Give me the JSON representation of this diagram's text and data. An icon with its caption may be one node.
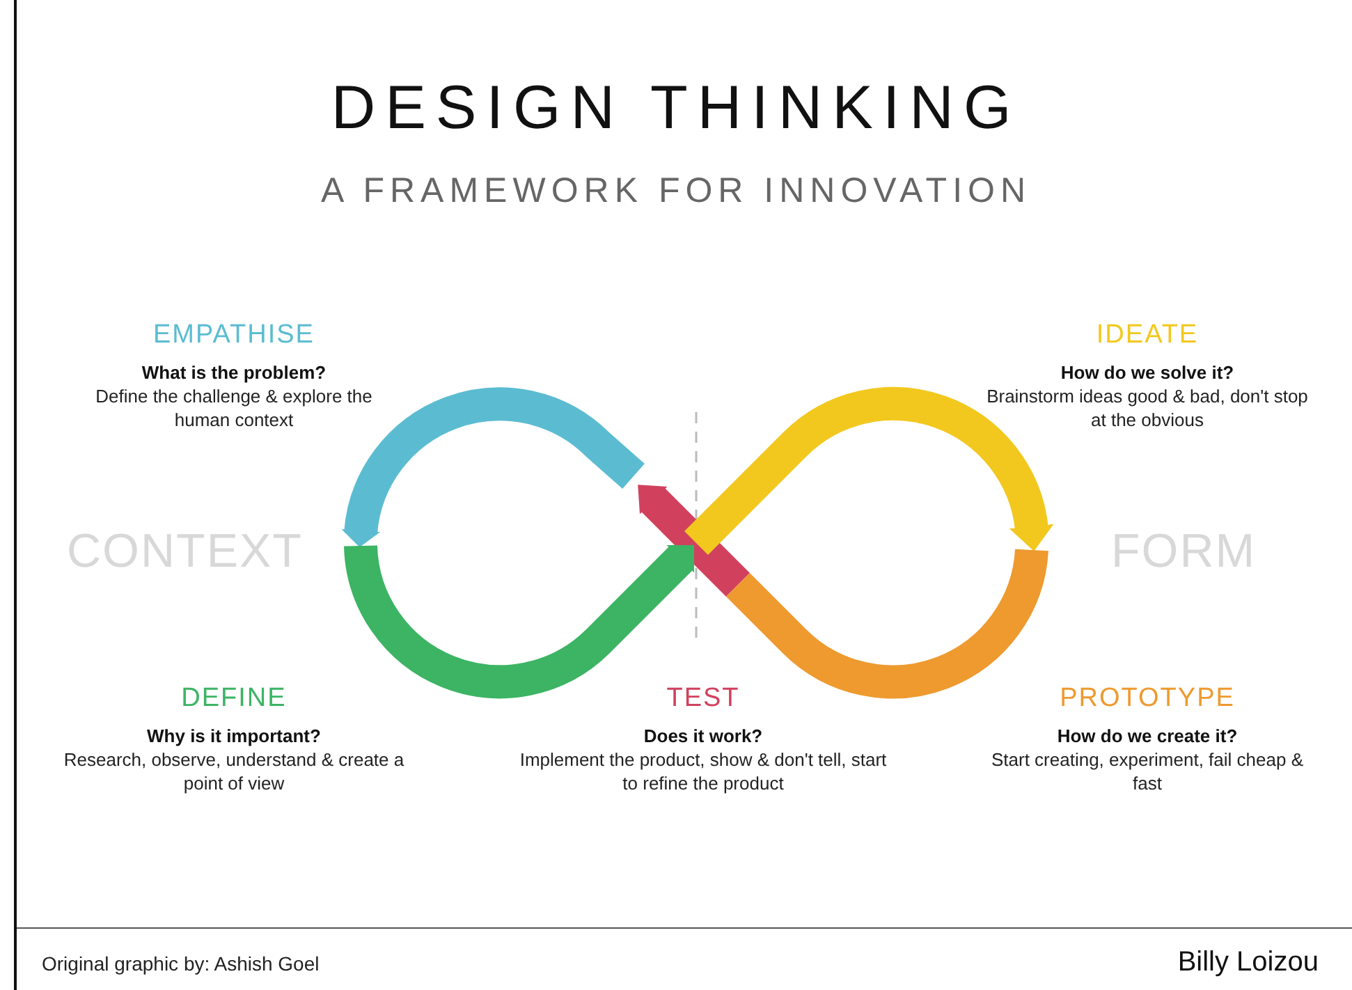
{
  "diagram": {
    "title": "DESIGN THINKING",
    "labels": [
      "A FRAMEWORK FOR INNOVATION",
      "EMPATHISE",
      "What is the problem?",
      "Define the challenge & explore the human context",
      "IDEATE",
      "How do we solve it?",
      "Brainstorm ideas good & bad, don't stop at the obvious",
      "CONTEXT",
      "FORM",
      "DEFINE",
      "Why is it important?",
      "Research, observe, understand & create a point of view",
      "TEST",
      "Does it work?",
      "Implement the product, show & don't tell, start to refine the product",
      "PROTOTYPE",
      "How do we create it?",
      "Start creating, experiment, fail cheap & fast",
      "Original graphic by: Ashish Goel",
      "Billy Loizou"
    ]
  }
}
